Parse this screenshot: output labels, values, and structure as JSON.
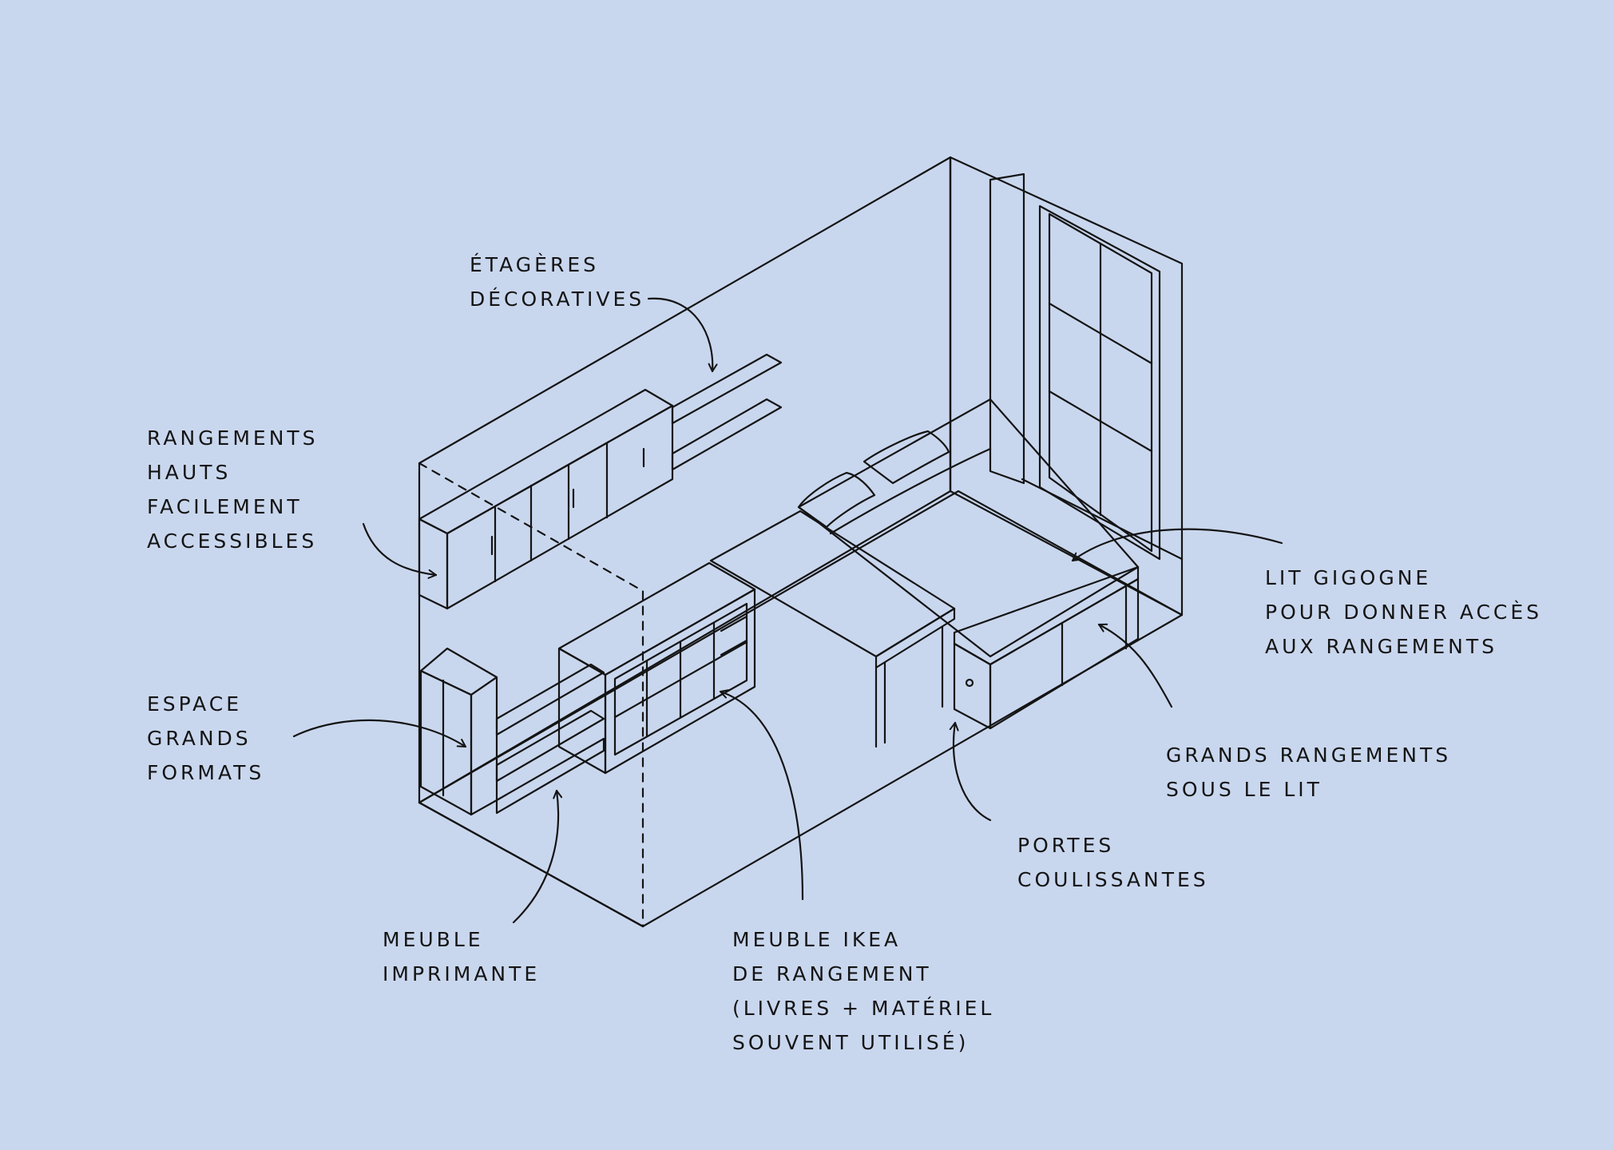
{
  "annotations": [
    {
      "id": "etageres",
      "lines": [
        "ÉTAGÈRES",
        "DÉCORATIVES"
      ]
    },
    {
      "id": "rangements-hauts",
      "lines": [
        "RANGEMENTS",
        "HAUTS",
        "FACILEMENT",
        "ACCESSIBLES"
      ]
    },
    {
      "id": "espace-grands-formats",
      "lines": [
        "ESPACE",
        "GRANDS",
        "FORMATS"
      ]
    },
    {
      "id": "meuble-imprimante",
      "lines": [
        "MEUBLE",
        "IMPRIMANTE"
      ]
    },
    {
      "id": "meuble-ikea",
      "lines": [
        "MEUBLE IKEA",
        "DE RANGEMENT",
        "(LIVRES + MATÉRIEL",
        "SOUVENT UTILISÉ)"
      ]
    },
    {
      "id": "portes-coulissantes",
      "lines": [
        "PORTES",
        "COULISSANTES"
      ]
    },
    {
      "id": "grands-rangements",
      "lines": [
        "GRANDS RANGEMENTS",
        "SOUS LE LIT"
      ]
    },
    {
      "id": "lit-gigogne",
      "lines": [
        "LIT GIGOGNE",
        "POUR DONNER ACCÈS",
        "AUX RANGEMENTS"
      ]
    }
  ],
  "colors": {
    "background": "#c9d7ee",
    "wall": "#e8eefa",
    "furniture": "#eef3fc",
    "accent_surface": "#c4d4f0",
    "ink": "#141414"
  }
}
